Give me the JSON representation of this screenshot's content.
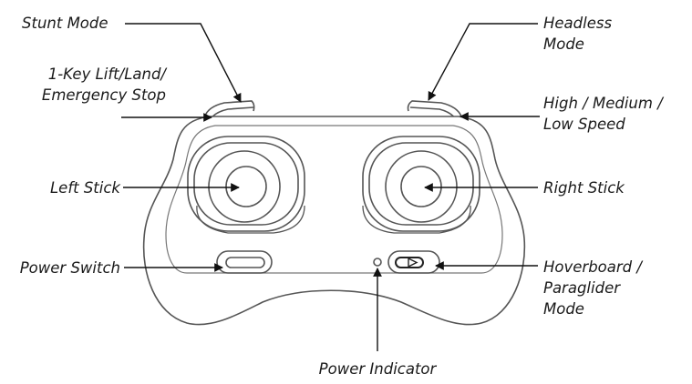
{
  "labels": {
    "stunt_mode": "Stunt Mode",
    "one_key_lift": [
      "1-Key Lift/Land/",
      "Emergency Stop"
    ],
    "headless_mode": [
      "Headless",
      "Mode"
    ],
    "speed": [
      "High / Medium /",
      "Low Speed"
    ],
    "left_stick": "Left Stick",
    "right_stick": "Right Stick",
    "power_switch": "Power Switch",
    "hoverboard_mode": [
      "Hoverboard /",
      "Paraglider",
      "Mode"
    ],
    "power_indicator": "Power Indicator"
  },
  "colors": {
    "outline": "#555555",
    "text": "#1a1a1a",
    "arrow": "#111111"
  }
}
